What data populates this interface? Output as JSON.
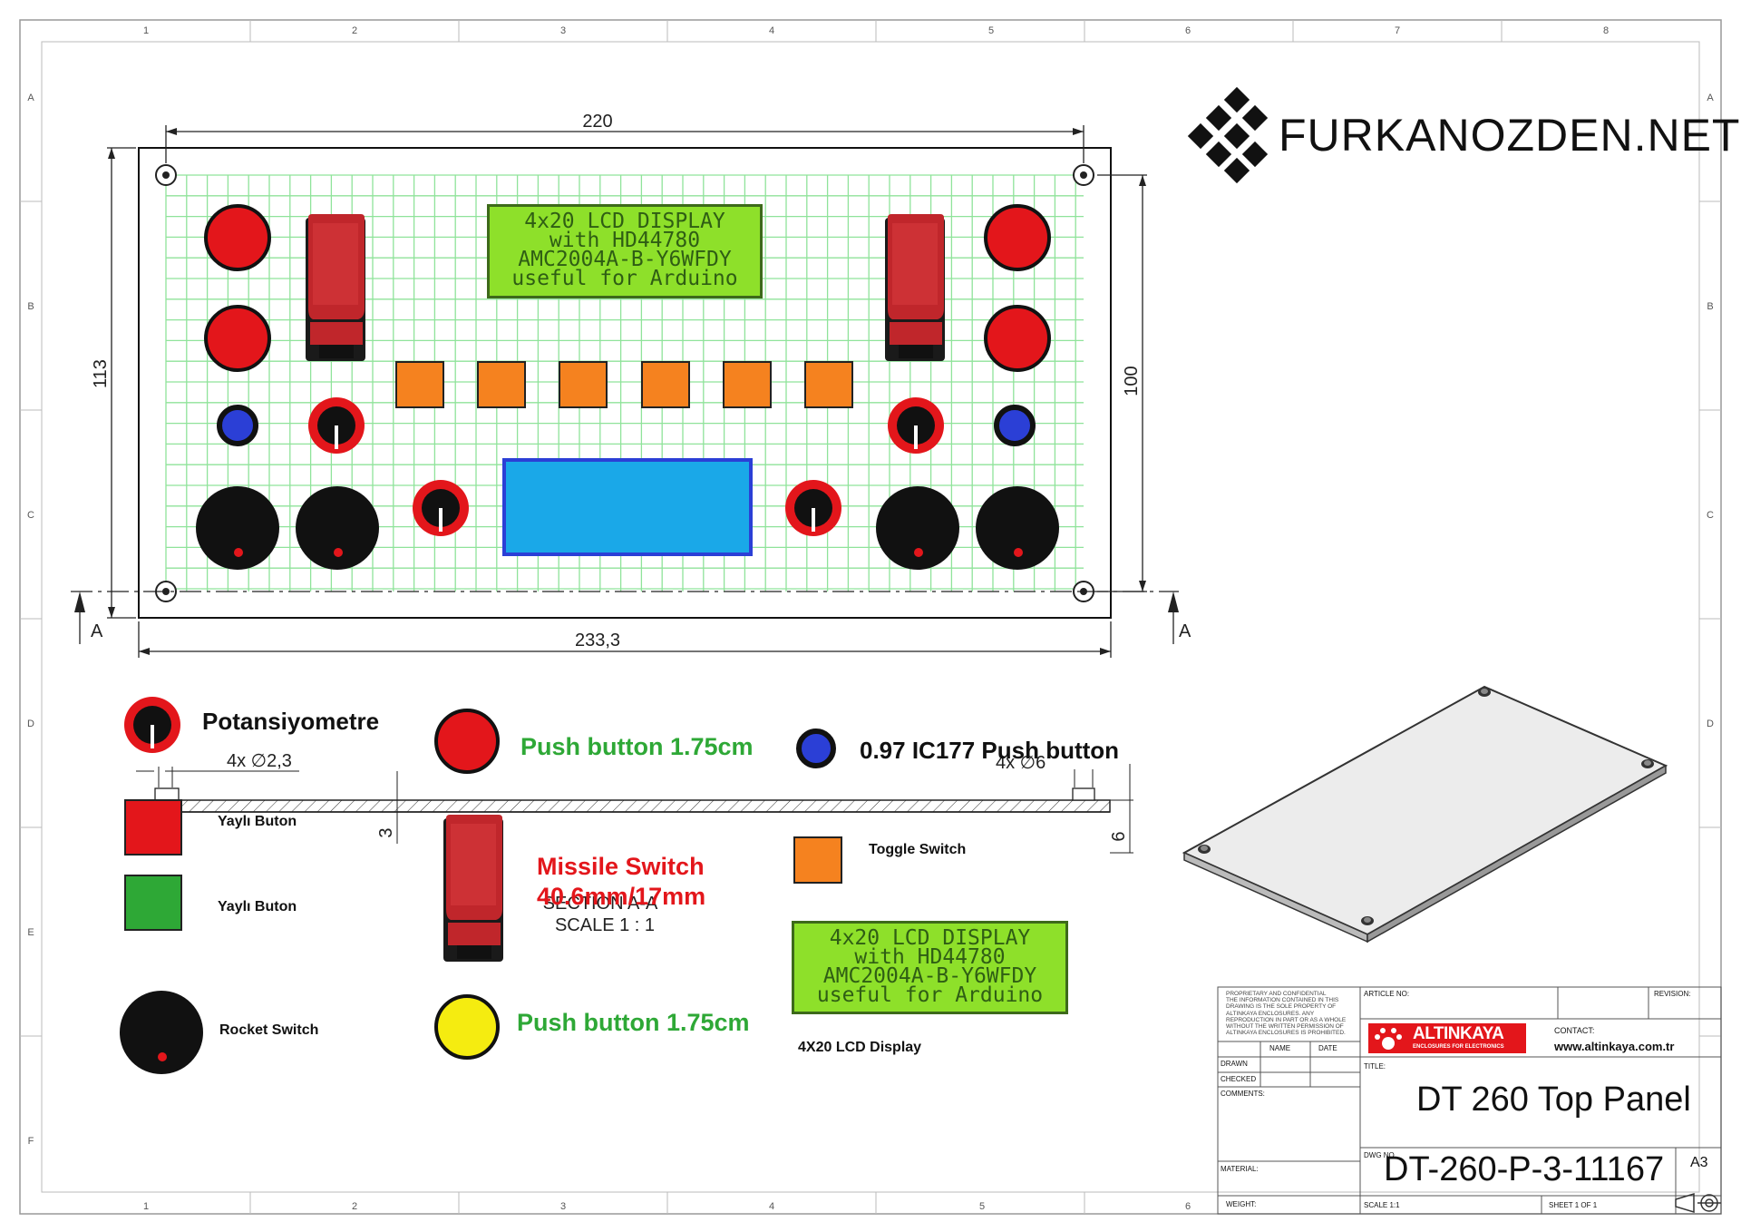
{
  "sheet": {
    "col_labels": [
      "1",
      "2",
      "3",
      "4",
      "5",
      "6",
      "7",
      "8"
    ],
    "bottom_col_labels": [
      "1",
      "2",
      "3",
      "4",
      "5",
      "6"
    ],
    "row_labels": [
      "A",
      "B",
      "C",
      "D",
      "E",
      "F"
    ]
  },
  "brand": {
    "name": "FURKANOZDEN.NET",
    "logo_icon": "diamond-grid-logo-icon"
  },
  "panel": {
    "dim_top": "220",
    "dim_bottom": "233,3",
    "dim_left": "113",
    "dim_right": "100",
    "section_marker": "A",
    "lcd_lines": [
      "4x20 LCD DISPLAY",
      "with HD44780",
      "AMC2004A-B-Y6WFDY",
      "useful for Arduino"
    ]
  },
  "section": {
    "hole_left": "4x ∅2,3",
    "hole_right": "4x ∅6",
    "thickness_left": "3",
    "thickness_right": "6",
    "title": "SECTION A-A",
    "scale": "SCALE 1 : 1"
  },
  "legend": {
    "potentiometer": "Potansiyometre",
    "push_red": "Push button 1.75cm",
    "push_blue": "0.97 IC177 Push button",
    "yayli_red": "Yaylı Buton",
    "yayli_green": "Yaylı Buton",
    "missile_title": "Missile Switch",
    "missile_size": "40.6mm/17mm",
    "toggle": "Toggle Switch",
    "lcd_caption": "4X20 LCD Display",
    "rocket": "Rocket Switch",
    "push_yellow": "Push button 1.75cm"
  },
  "title_block": {
    "proprietary": [
      "PROPRIETARY AND CONFIDENTIAL",
      "THE INFORMATION CONTAINED IN THIS",
      "DRAWING IS THE SOLE PROPERTY OF",
      "ALTINKAYA ENCLOSURES. ANY",
      "REPRODUCTION IN PART OR AS A WHOLE",
      "WITHOUT THE WRITTEN PERMISSION OF",
      "ALTINKAYA ENCLOSURES IS PROHIBITED."
    ],
    "article_no": "ARTICLE NO:",
    "revision": "REVISION:",
    "company": "ALTINKAYA",
    "company_sub": "ENCLOSURES FOR ELECTRONICS",
    "contact_label": "CONTACT:",
    "contact": "www.altinkaya.com.tr",
    "name": "NAME",
    "date": "DATE",
    "drawn": "DRAWN",
    "checked": "CHECKED",
    "comments": "COMMENTS:",
    "title_label": "TITLE:",
    "title": "DT 260 Top Panel",
    "material": "MATERIAL:",
    "dwg_no_label": "DWG NO.",
    "dwg_no": "DT-260-P-3-11167",
    "size": "A3",
    "weight": "WEIGHT:",
    "scale": "SCALE 1:1",
    "sheet": "SHEET 1 OF 1"
  },
  "colors": {
    "red": "#e3161b",
    "blue": "#2b3fd6",
    "orange": "#f5821f",
    "lcd_green": "#8ee02a",
    "lcd_blue": "#1aa8e8",
    "grid": "#8fe39a",
    "switch_red": "#c0262b",
    "legend_green": "#2ea836",
    "legend_red": "#e3161b"
  }
}
